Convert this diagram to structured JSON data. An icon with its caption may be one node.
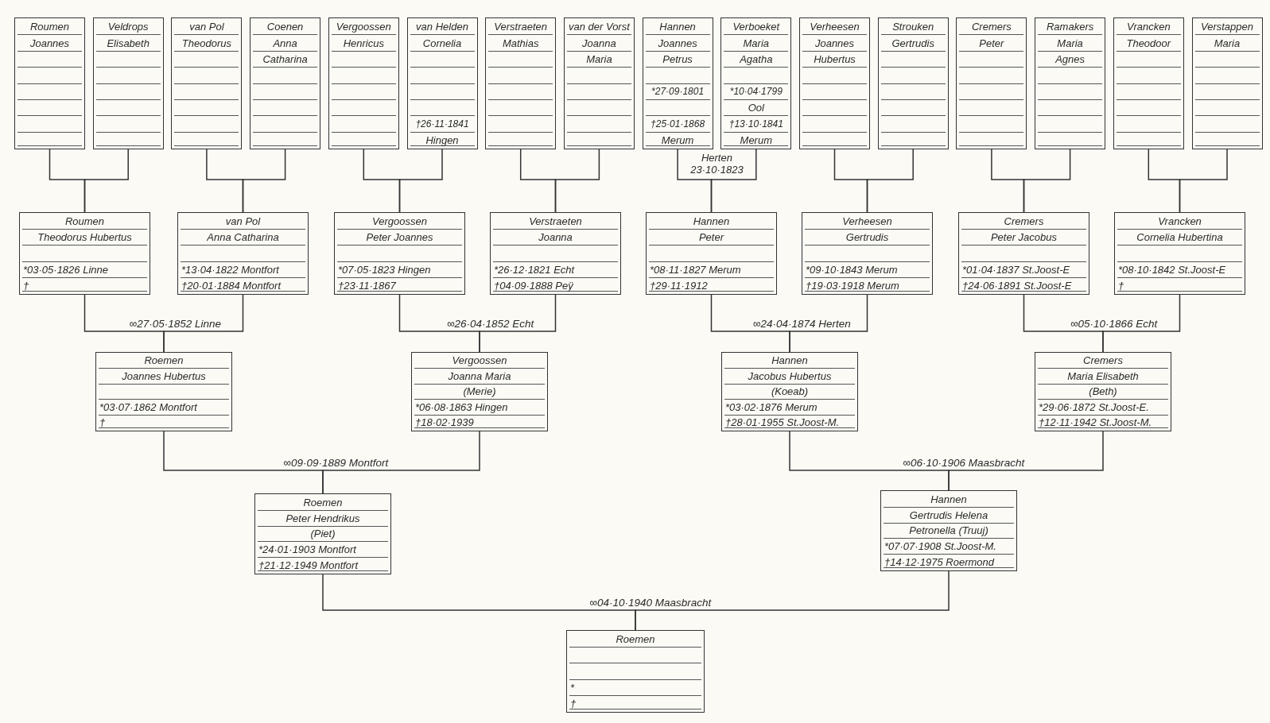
{
  "diagram": {
    "nodes": [
      {
        "text": [
          "Roumen",
          "Joannes"
        ]
      },
      {
        "text": [
          "Veldrops",
          "Elisabeth"
        ]
      },
      {
        "text": [
          "van Pol",
          "Theodorus"
        ]
      },
      {
        "text": [
          "Coenen",
          "Anna",
          "Catharina"
        ]
      },
      {
        "text": [
          "Vergoossen",
          "Henricus"
        ]
      },
      {
        "text": [
          "van Helden",
          "Cornelia",
          "†26·11·1841",
          "Hingen"
        ]
      },
      {
        "text": [
          "Verstraeten",
          "Mathias"
        ]
      },
      {
        "text": [
          "van der Vorst",
          "Joanna",
          "Maria"
        ]
      },
      {
        "text": [
          "Hannen",
          "Joannes",
          "Petrus",
          "*27·09·1801",
          "†25·01·1868",
          "Merum"
        ]
      },
      {
        "text": [
          "Verboeket",
          "Maria",
          "Agatha",
          "*10·04·1799",
          "Ool",
          "†13·10·1841",
          "Merum"
        ]
      },
      {
        "text": [
          "Verheesen",
          "Joannes",
          "Hubertus"
        ]
      },
      {
        "text": [
          "Strouken",
          "Gertrudis"
        ]
      },
      {
        "text": [
          "Cremers",
          "Peter"
        ]
      },
      {
        "text": [
          "Ramakers",
          "Maria",
          "Agnes"
        ]
      },
      {
        "text": [
          "Vrancken",
          "Theodoor"
        ]
      },
      {
        "text": [
          "Verstappen",
          "Maria"
        ]
      },
      {
        "text": [
          "Roumen",
          "Theodorus Hubertus",
          "*03·05·1826 Linne",
          "†"
        ]
      },
      {
        "text": [
          "van Pol",
          "Anna Catharina",
          "*13·04·1822 Montfort",
          "†20·01·1884 Montfort"
        ]
      },
      {
        "text": [
          "Vergoossen",
          "Peter Joannes",
          "*07·05·1823 Hingen",
          "†23·11·1867"
        ]
      },
      {
        "text": [
          "Verstraeten",
          "Joanna",
          "*26·12·1821 Echt",
          "†04·09·1888 Peÿ"
        ]
      },
      {
        "text": [
          "Hannen",
          "Peter",
          "*08·11·1827 Merum",
          "†29·11·1912"
        ]
      },
      {
        "text": [
          "Verheesen",
          "Gertrudis",
          "*09·10·1843 Merum",
          "†19·03·1918 Merum"
        ]
      },
      {
        "text": [
          "Cremers",
          "Peter Jacobus",
          "*01·04·1837 St.Joost-E",
          "†24·06·1891 St.Joost-E"
        ]
      },
      {
        "text": [
          "Vrancken",
          "Cornelia Hubertina",
          "*08·10·1842 St.Joost-E",
          "†"
        ]
      },
      {
        "text": [
          "Roemen",
          "Joannes Hubertus",
          "*03·07·1862 Montfort",
          "†"
        ]
      },
      {
        "text": [
          "Vergoossen",
          "Joanna Maria",
          "(Merie)",
          "*06·08·1863 Hingen",
          "†18·02·1939"
        ]
      },
      {
        "text": [
          "Hannen",
          "Jacobus Hubertus",
          "(Koeab)",
          "*03·02·1876 Merum",
          "†28·01·1955 St.Joost-M."
        ]
      },
      {
        "text": [
          "Cremers",
          "Maria Elisabeth",
          "(Beth)",
          "*29·06·1872 St.Joost-E.",
          "†12·11·1942 St.Joost-M."
        ]
      },
      {
        "text": [
          "Roemen",
          "Peter Hendrikus",
          "(Piet)",
          "*24·01·1903 Montfort",
          "†21·12·1949 Montfort"
        ]
      },
      {
        "text": [
          "Hannen",
          "Gertrudis Helena",
          "Petronella (Truuj)",
          "*07·07·1908 St.Joost-M.",
          "†14·12·1975 Roermond"
        ]
      },
      {
        "text": [
          "Roemen",
          "*",
          "†"
        ]
      }
    ],
    "edges": [
      {
        "from": 0,
        "to": 16,
        "arrow": "none"
      },
      {
        "from": 1,
        "to": 16,
        "arrow": "none"
      },
      {
        "from": 2,
        "to": 17,
        "arrow": "none"
      },
      {
        "from": 3,
        "to": 17,
        "arrow": "none"
      },
      {
        "from": 4,
        "to": 18,
        "arrow": "none"
      },
      {
        "from": 5,
        "to": 18,
        "arrow": "none"
      },
      {
        "from": 6,
        "to": 19,
        "arrow": "none"
      },
      {
        "from": 7,
        "to": 19,
        "arrow": "none"
      },
      {
        "from": 8,
        "to": 20,
        "arrow": "none",
        "label": "Herten 23·10·1823"
      },
      {
        "from": 9,
        "to": 20,
        "arrow": "none"
      },
      {
        "from": 10,
        "to": 21,
        "arrow": "none"
      },
      {
        "from": 11,
        "to": 21,
        "arrow": "none"
      },
      {
        "from": 12,
        "to": 22,
        "arrow": "none"
      },
      {
        "from": 13,
        "to": 22,
        "arrow": "none"
      },
      {
        "from": 14,
        "to": 23,
        "arrow": "none"
      },
      {
        "from": 15,
        "to": 23,
        "arrow": "none"
      },
      {
        "from": 16,
        "to": 24,
        "arrow": "none",
        "label": "∞27·05·1852 Linne"
      },
      {
        "from": 17,
        "to": 24,
        "arrow": "none"
      },
      {
        "from": 18,
        "to": 25,
        "arrow": "none",
        "label": "∞26·04·1852 Echt"
      },
      {
        "from": 19,
        "to": 25,
        "arrow": "none"
      },
      {
        "from": 20,
        "to": 26,
        "arrow": "none",
        "label": "∞24·04·1874 Herten"
      },
      {
        "from": 21,
        "to": 26,
        "arrow": "none"
      },
      {
        "from": 22,
        "to": 27,
        "arrow": "none",
        "label": "∞05·10·1866 Echt"
      },
      {
        "from": 23,
        "to": 27,
        "arrow": "none"
      },
      {
        "from": 24,
        "to": 28,
        "arrow": "none",
        "label": "∞09·09·1889 Montfort"
      },
      {
        "from": 25,
        "to": 28,
        "arrow": "none"
      },
      {
        "from": 26,
        "to": 29,
        "arrow": "none",
        "label": "∞06·10·1906 Maasbracht"
      },
      {
        "from": 27,
        "to": 29,
        "arrow": "none"
      },
      {
        "from": 28,
        "to": 30,
        "arrow": "none",
        "label": "∞04·10·1940 Maasbracht"
      },
      {
        "from": 29,
        "to": 30,
        "arrow": "none"
      }
    ]
  }
}
